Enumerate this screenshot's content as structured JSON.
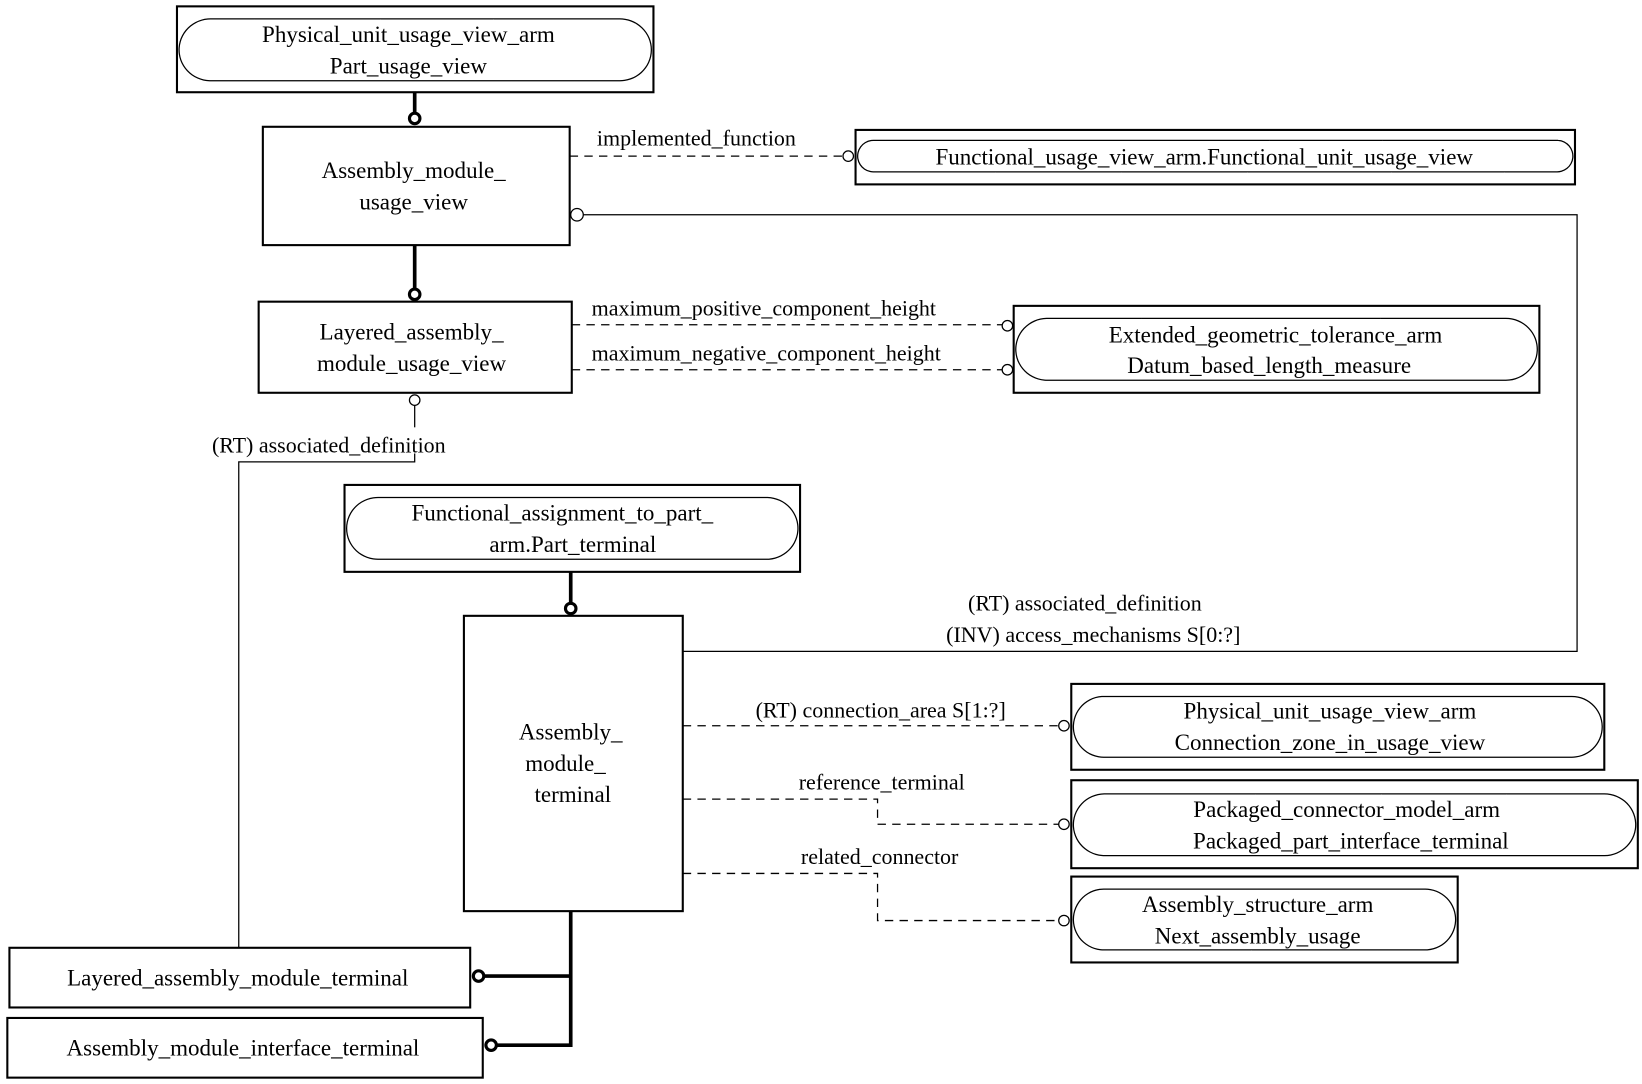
{
  "diagram": {
    "type": "EXPRESS-G",
    "entities": {
      "part_usage_view": {
        "lines": [
          "Physical_unit_usage_view_arm",
          "Part_usage_view"
        ],
        "kind": "external"
      },
      "assembly_module_usage_view": {
        "lines": [
          "Assembly_module_",
          "usage_view"
        ],
        "kind": "entity"
      },
      "functional_unit_usage_view": {
        "lines": [
          "Functional_usage_view_arm.Functional_unit_usage_view"
        ],
        "kind": "external"
      },
      "layered_assembly_module_usage_view": {
        "lines": [
          "Layered_assembly_",
          "module_usage_view"
        ],
        "kind": "entity"
      },
      "datum_based_length_measure": {
        "lines": [
          "Extended_geometric_tolerance_arm",
          "Datum_based_length_measure"
        ],
        "kind": "external"
      },
      "part_terminal": {
        "lines": [
          "Functional_assignment_to_part_",
          "arm.Part_terminal"
        ],
        "kind": "external"
      },
      "assembly_module_terminal": {
        "lines": [
          "Assembly_",
          "module_",
          "terminal"
        ],
        "kind": "entity"
      },
      "connection_zone_in_usage_view": {
        "lines": [
          "Physical_unit_usage_view_arm",
          "Connection_zone_in_usage_view"
        ],
        "kind": "external"
      },
      "packaged_part_interface_terminal": {
        "lines": [
          "Packaged_connector_model_arm",
          "Packaged_part_interface_terminal"
        ],
        "kind": "external"
      },
      "next_assembly_usage": {
        "lines": [
          "Assembly_structure_arm",
          "Next_assembly_usage"
        ],
        "kind": "external"
      },
      "layered_assembly_module_terminal": {
        "lines": [
          "Layered_assembly_module_terminal"
        ],
        "kind": "entity"
      },
      "assembly_module_interface_terminal": {
        "lines": [
          "Assembly_module_interface_terminal"
        ],
        "kind": "entity"
      }
    },
    "relationships": {
      "implemented_function": "implemented_function",
      "max_positive": "maximum_positive_component_height",
      "max_negative": "maximum_negative_component_height",
      "associated_definition_layered": "(RT) associated_definition",
      "associated_definition_terminal": "(RT) associated_definition",
      "access_mechanisms": "(INV) access_mechanisms S[0:?]",
      "connection_area": "(RT) connection_area S[1:?]",
      "reference_terminal": "reference_terminal",
      "related_connector": "related_connector"
    }
  }
}
